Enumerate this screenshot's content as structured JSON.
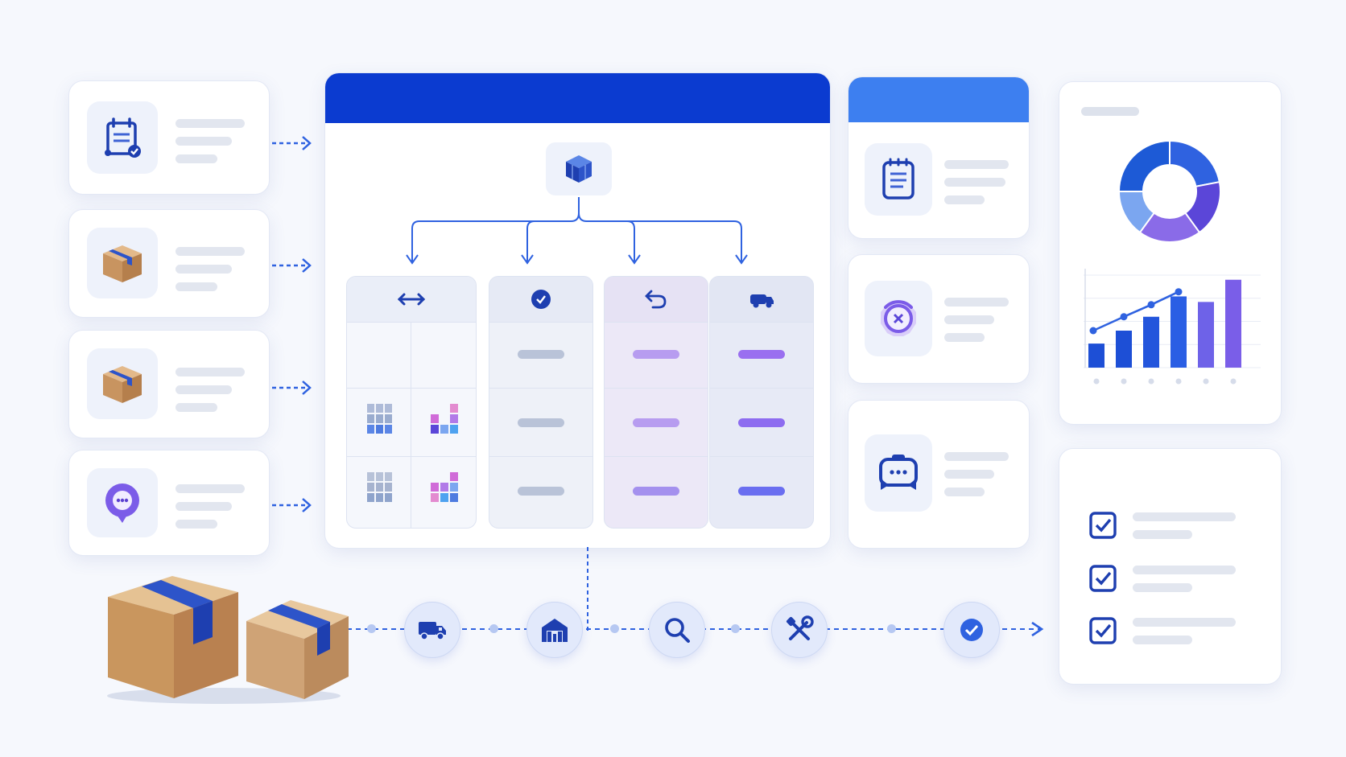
{
  "colors": {
    "primary": "#0b3bd0",
    "secondary": "#3d7ff0",
    "violet": "#7b5ce8",
    "placeholder": "#e2e6ef",
    "box_tan": "#cfa376",
    "tape_blue": "#2d54c9"
  },
  "input_cards": [
    {
      "icon": "calendar-checklist-icon"
    },
    {
      "icon": "package-box-icon"
    },
    {
      "icon": "package-box-icon"
    },
    {
      "icon": "chat-bubble-icon"
    }
  ],
  "hub": {
    "icon": "cube-icon",
    "columns": [
      {
        "icon": "double-arrow-icon"
      },
      {
        "icon": "check-circle-icon"
      },
      {
        "icon": "return-arrow-icon"
      },
      {
        "icon": "truck-icon"
      }
    ]
  },
  "status_cards": [
    {
      "icon": "document-icon"
    },
    {
      "icon": "cancel-badge-icon"
    },
    {
      "icon": "chat-support-icon"
    }
  ],
  "analytics": {
    "chart_data": [
      {
        "type": "pie",
        "title": "",
        "values": [
          22,
          18,
          20,
          15,
          25
        ],
        "colors": [
          "#2f62e0",
          "#5b46d8",
          "#8a6be8",
          "#7ba6f0",
          "#1d5ad6"
        ]
      },
      {
        "type": "bar",
        "title": "",
        "categories": [
          "",
          "",
          "",
          "",
          "",
          ""
        ],
        "values": [
          26,
          40,
          55,
          77,
          71,
          95
        ],
        "line_values": [
          40,
          55,
          68,
          82
        ],
        "ylim": [
          0,
          100
        ]
      }
    ]
  },
  "checklist": {
    "items": [
      {
        "icon": "checkbox-checked-icon"
      },
      {
        "icon": "checkbox-checked-icon"
      },
      {
        "icon": "checkbox-checked-icon"
      }
    ]
  },
  "pipeline": {
    "steps": [
      {
        "icon": "delivery-truck-icon"
      },
      {
        "icon": "warehouse-icon"
      },
      {
        "icon": "search-icon"
      },
      {
        "icon": "tools-icon"
      },
      {
        "icon": "check-icon"
      }
    ]
  }
}
